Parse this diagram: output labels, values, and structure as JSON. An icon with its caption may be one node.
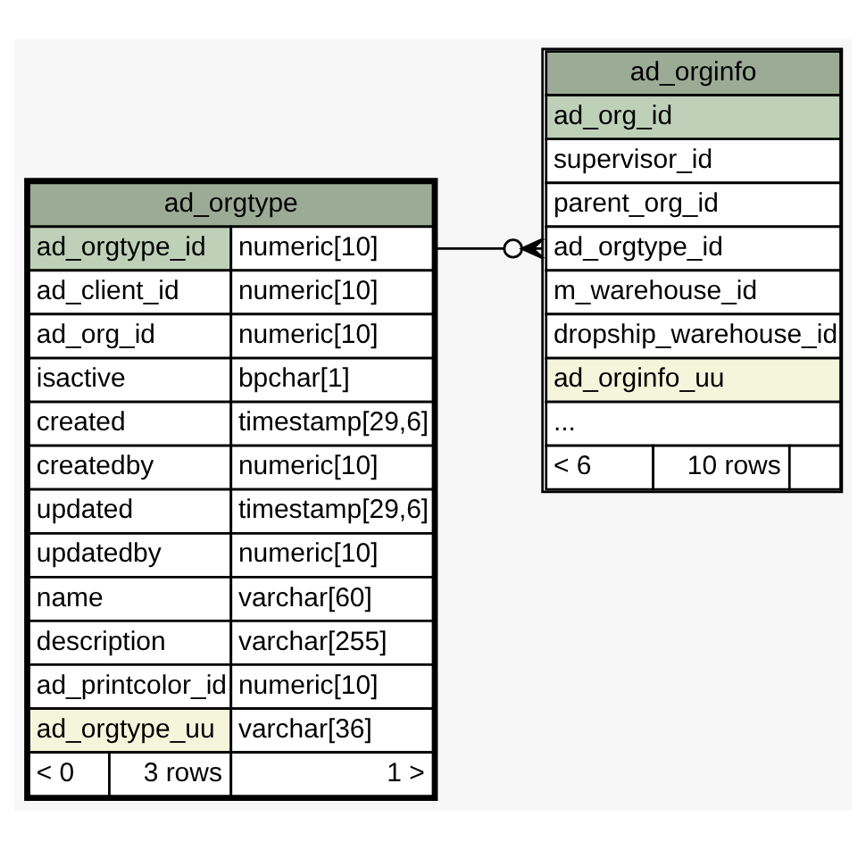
{
  "diagram": {
    "nodes": [
      {
        "text": [
          "ad_orgtype",
          "ad_orgtype_id",
          "numeric[10]",
          "ad_client_id",
          "numeric[10]",
          "ad_org_id",
          "numeric[10]",
          "isactive",
          "bpchar[1]",
          "created",
          "timestamp[29,6]",
          "createdby",
          "numeric[10]",
          "updated",
          "timestamp[29,6]",
          "updatedby",
          "numeric[10]",
          "name",
          "varchar[60]",
          "description",
          "varchar[255]",
          "ad_printcolor_id",
          "numeric[10]",
          "ad_orgtype_uu",
          "varchar[36]",
          "< 0",
          "3 rows",
          "1 >"
        ]
      },
      {
        "text": [
          "ad_orginfo",
          "ad_org_id",
          "supervisor_id",
          "parent_org_id",
          "ad_orgtype_id",
          "m_warehouse_id",
          "dropship_warehouse_id",
          "ad_orginfo_uu",
          "...",
          "< 6",
          "10 rows"
        ]
      }
    ],
    "edges": [
      {
        "from": 0,
        "to": 1,
        "arrow": "other"
      }
    ]
  }
}
